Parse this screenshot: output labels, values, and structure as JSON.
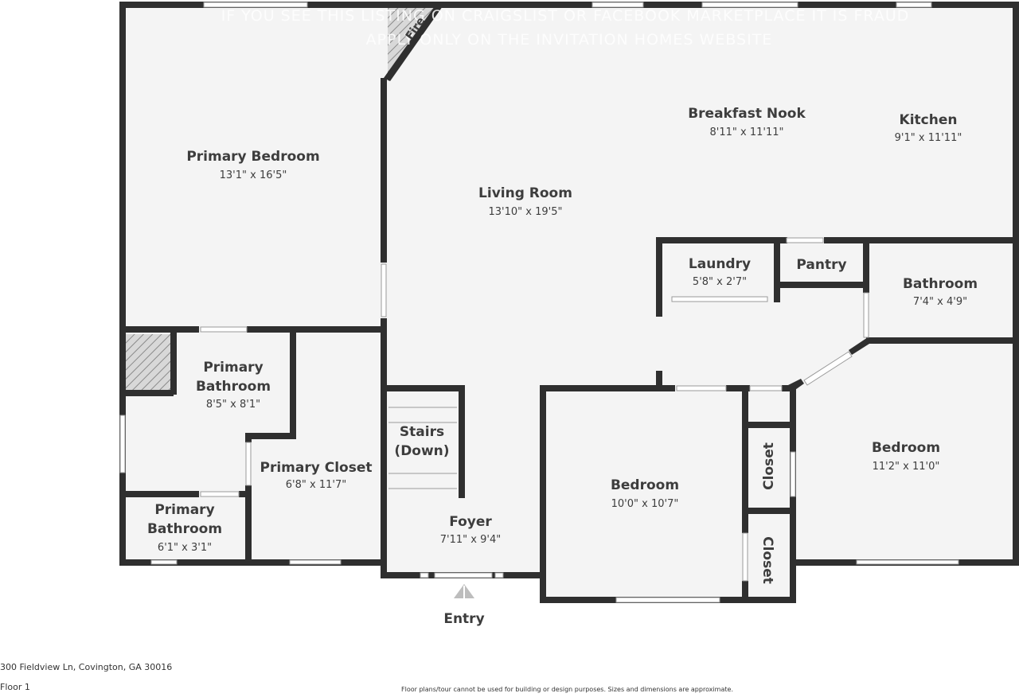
{
  "watermark": {
    "line1": "IF YOU SEE THIS LISTING ON CRAIGSLIST OR FACEBOOK MARKETPLACE IT IS FRAUD",
    "line2": "APPLY ONLY ON THE INVITATION HOMES WEBSITE"
  },
  "rooms": {
    "primary_bedroom": {
      "name": "Primary Bedroom",
      "dims": "13'1\" x 16'5\""
    },
    "living_room": {
      "name": "Living Room",
      "dims": "13'10\" x 19'5\""
    },
    "breakfast_nook": {
      "name": "Breakfast Nook",
      "dims": "8'11\" x 11'11\""
    },
    "kitchen": {
      "name": "Kitchen",
      "dims": "9'1\" x 11'11\""
    },
    "laundry": {
      "name": "Laundry",
      "dims": "5'8\" x 2'7\""
    },
    "pantry": {
      "name": "Pantry"
    },
    "bathroom": {
      "name": "Bathroom",
      "dims": "7'4\" x 4'9\""
    },
    "primary_bathroom_1": {
      "name_line1": "Primary",
      "name_line2": "Bathroom",
      "dims": "8'5\" x 8'1\""
    },
    "primary_closet": {
      "name": "Primary Closet",
      "dims": "6'8\" x 11'7\""
    },
    "stairs": {
      "name_line1": "Stairs",
      "name_line2": "(Down)"
    },
    "bedroom_center": {
      "name": "Bedroom",
      "dims": "10'0\" x 10'7\""
    },
    "bedroom_right": {
      "name": "Bedroom",
      "dims": "11'2\" x 11'0\""
    },
    "closet_1": {
      "name": "Closet"
    },
    "closet_2": {
      "name": "Closet"
    },
    "primary_bathroom_2": {
      "name_line1": "Primary",
      "name_line2": "Bathroom",
      "dims": "6'1\" x 3'1\""
    },
    "foyer": {
      "name": "Foyer",
      "dims": "7'11\" x 9'4\""
    },
    "fire": {
      "name": "Fire"
    }
  },
  "entry_label": "Entry",
  "footer": {
    "address": "300 Fieldview Ln, Covington, GA 30016",
    "floor": "Floor 1",
    "disclaimer": "Floor plans/tour cannot be used for building or design purposes. Sizes and dimensions are approximate."
  }
}
